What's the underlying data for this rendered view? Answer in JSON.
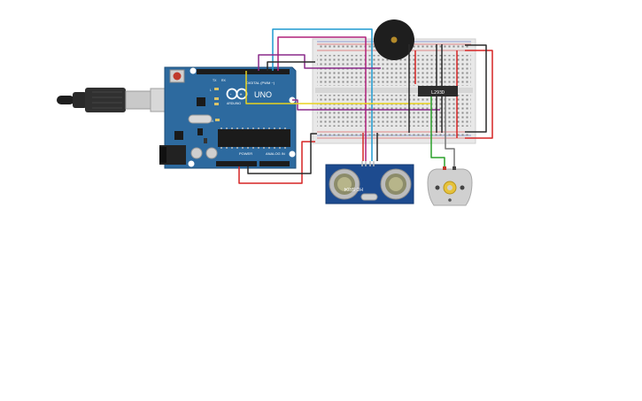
{
  "board": {
    "model": "UNO",
    "brand": "ARDUINO",
    "label_digital": "DIGITAL (PWM ~)",
    "label_power": "POWER",
    "label_analog": "ANALOG IN",
    "label_tx": "TX",
    "label_rx": "RX",
    "label_l": "L",
    "label_on": "ON"
  },
  "ic": {
    "label": "L293D"
  },
  "sensor": {
    "label": "HC-SR04"
  },
  "colors": {
    "board_blue": "#2d6a9f",
    "breadboard": "#e8e8e8",
    "wire_red": "#d62424",
    "wire_black": "#2a2a2a",
    "wire_yellow": "#e8d21e",
    "wire_purple": "#8a2a8a",
    "wire_magenta": "#b0207a",
    "wire_cyan": "#1e9ad0",
    "wire_green": "#2aa02a",
    "wire_gray": "#777777"
  }
}
